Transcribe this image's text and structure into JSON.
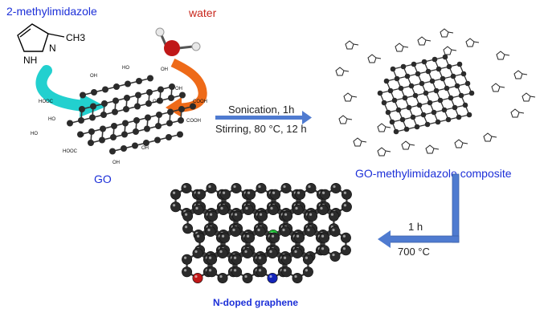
{
  "labels": {
    "reagent": "2-methylimidazole",
    "water": "water",
    "go": "GO",
    "composite": "GO-methylimidazole composite",
    "product": "N-doped graphene"
  },
  "step1": {
    "line1": "Sonication, 1h",
    "line2": "Stirring, 80 °C, 12 h"
  },
  "step2": {
    "line1": "1 h",
    "line2": "700 °C"
  },
  "molecule": {
    "nh": "NH",
    "n": "N",
    "ch3": "CH3"
  },
  "colors": {
    "carbon": "#2b2b2b",
    "nitrogen": "#1424b8",
    "oxygen": "#c01818",
    "green_n": "#22c33a",
    "arrow": "#4f7bd0",
    "cyan_arrow": "#22d0cf",
    "orange_arrow": "#ee6a18"
  }
}
